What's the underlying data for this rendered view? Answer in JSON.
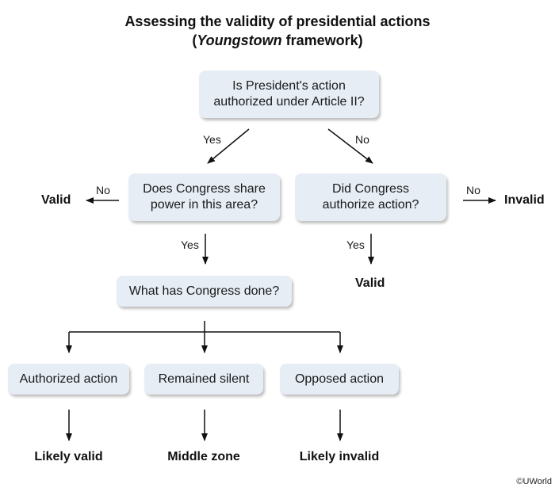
{
  "title": {
    "line1": "Assessing the validity of presidential actions",
    "line2_open": "(",
    "line2_italic": "Youngstown",
    "line2_rest": " framework)"
  },
  "nodes": {
    "start": {
      "line1": "Is President's action",
      "line2": "authorized under Article II?"
    },
    "share": {
      "line1": "Does Congress share",
      "line2": "power in this area?"
    },
    "authorize": {
      "line1": "Did Congress",
      "line2": "authorize action?"
    },
    "done": "What has Congress done?",
    "authorized": "Authorized action",
    "silent": "Remained silent",
    "opposed": "Opposed action"
  },
  "edge_labels": {
    "start_yes": "Yes",
    "start_no": "No",
    "share_no": "No",
    "share_yes": "Yes",
    "authorize_no": "No",
    "authorize_yes": "Yes"
  },
  "outcomes": {
    "share_no": "Valid",
    "authorize_no": "Invalid",
    "authorize_yes": "Valid",
    "authorized": "Likely valid",
    "silent": "Middle zone",
    "opposed": "Likely invalid"
  },
  "credit": "©UWorld"
}
